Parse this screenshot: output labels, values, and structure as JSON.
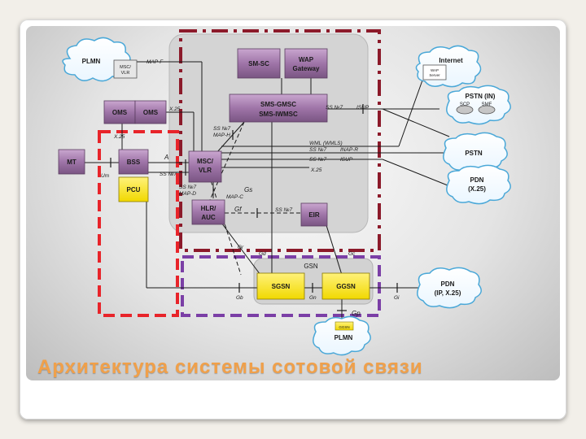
{
  "slide": {
    "title": "Архитектура  системы сотовой связи"
  },
  "diagram": {
    "nodes": {
      "sm_sc": "SM-SC",
      "wap_line1": "WAP",
      "wap_line2": "Gateway",
      "oms1": "OMS",
      "oms2": "OMS",
      "sms_line1": "SMS-GMSC",
      "sms_line2": "SMS-IWMSC",
      "mt": "MT",
      "bss": "BSS",
      "pcu": "PCU",
      "msc_line1": "MSC/",
      "msc_line2": "VLR",
      "hlr_line1": "HLR/",
      "hlr_line2": "AUC",
      "eir": "EIR",
      "sgsn": "SGSN",
      "ggsn": "GGSN",
      "gsn": "GSN"
    },
    "clouds": {
      "plmn_top": "PLMN",
      "plmn_top_inner1": "MSC/",
      "plmn_top_inner2": "VLR",
      "internet": "Internet",
      "internet_inner1": "WAP",
      "internet_inner2": "Server",
      "pstn_in": "PSTN (IN)",
      "scp": "SCP",
      "smf": "SMF",
      "pstn": "PSTN",
      "pdn_x25_line1": "PDN",
      "pdn_x25_line2": "(X.25)",
      "pdn_ip_line1": "PDN",
      "pdn_ip_line2": "(IP, X.25)",
      "plmn_bottom": "PLMN",
      "plmn_bottom_inner": "GGSN"
    },
    "interfaces": {
      "map_f": "MAP-F",
      "x25_oms": "X.25",
      "x25_bss": "X.25",
      "ss7_isup_top": "SS №7",
      "isup_top": "ISUP",
      "ss7_map_h1": "SS №7",
      "map_h": "MAP-H",
      "wml": "WML (WMLS)",
      "ss7_inap": "SS №7",
      "inap_r": "INAP-R",
      "ss7_isup": "SS №7",
      "isup": "ISUP",
      "x25_msc": "X.25",
      "a": "A",
      "um": "Um",
      "ss7_bss": "SS №7",
      "ss7_map_d": "SS №7",
      "map_d": "MAP-D",
      "gs": "Gs",
      "map_c": "MAP-C",
      "gf": "Gf",
      "ss7_eir": "SS №7",
      "gr": "Gr",
      "gd": "Gd",
      "gc": "Gc",
      "gb": "Gb",
      "gn": "Gn",
      "gi": "Gi",
      "gp": "Gp"
    }
  }
}
